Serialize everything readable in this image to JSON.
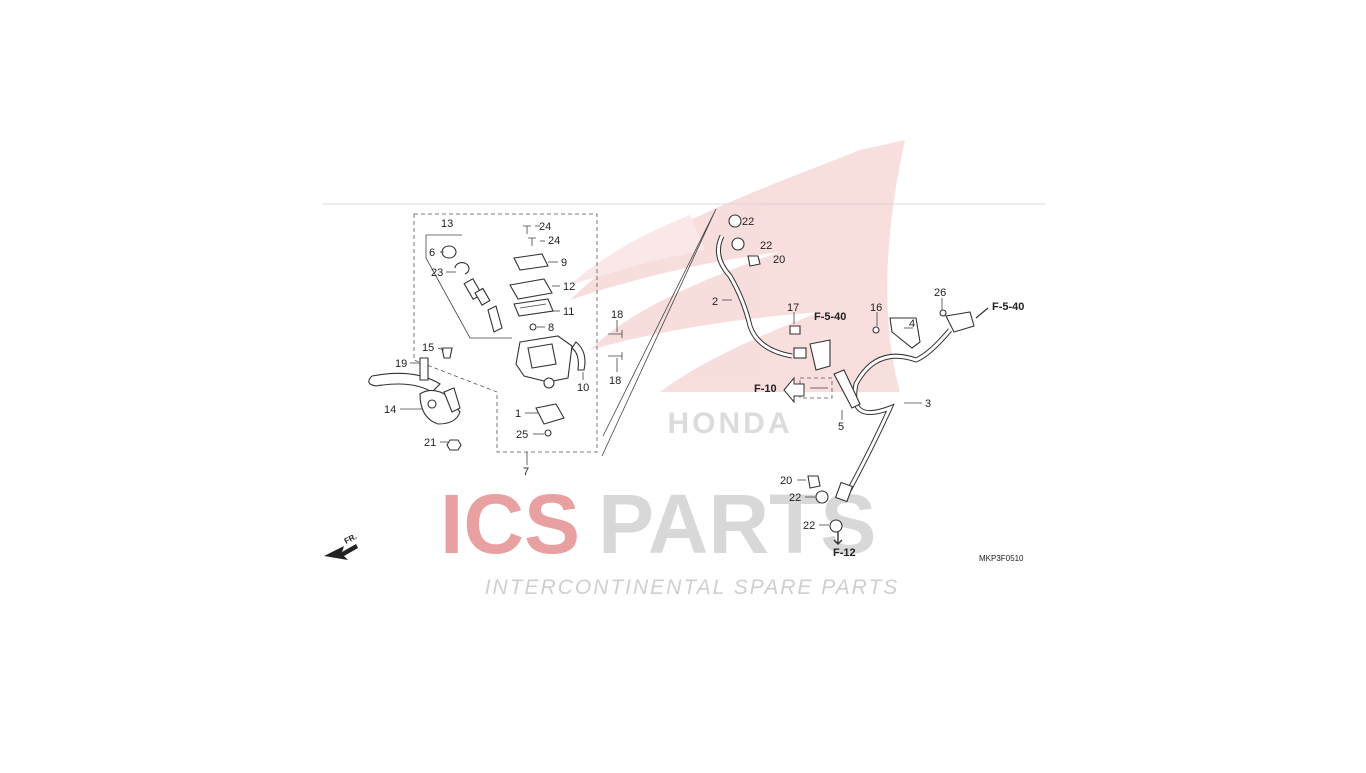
{
  "watermark": {
    "logo_text": "ICSPARTS",
    "logo_ics": "ICS",
    "logo_parts": "PARTS",
    "tagline": "INTERCONTINENTAL SPARE PARTS",
    "honda_text": "HONDA",
    "colors": {
      "red": "#e03a3a",
      "grey": "#c8c8c8",
      "wing": "#f4c2c2"
    }
  },
  "diagram": {
    "code": "MKP3F0510",
    "front_label": "FR.",
    "refs": {
      "f5_40_a": "F-5-40",
      "f5_40_b": "F-5-40",
      "f10": "F-10",
      "f12": "F-12"
    },
    "callouts": {
      "c13": "13",
      "c6": "6",
      "c23": "23",
      "c24a": "24",
      "c24b": "24",
      "c9": "9",
      "c12": "12",
      "c11": "11",
      "c8": "8",
      "c15": "15",
      "c19": "19",
      "c14": "14",
      "c21": "21",
      "c1": "1",
      "c25": "25",
      "c7": "7",
      "c10": "10",
      "c18a": "18",
      "c18b": "18",
      "c22a": "22",
      "c22b": "22",
      "c20a": "20",
      "c2": "2",
      "c17": "17",
      "c16": "16",
      "c4": "4",
      "c26": "26",
      "c5": "5",
      "c3": "3",
      "c20b": "20",
      "c22c": "22",
      "c22d": "22"
    }
  }
}
